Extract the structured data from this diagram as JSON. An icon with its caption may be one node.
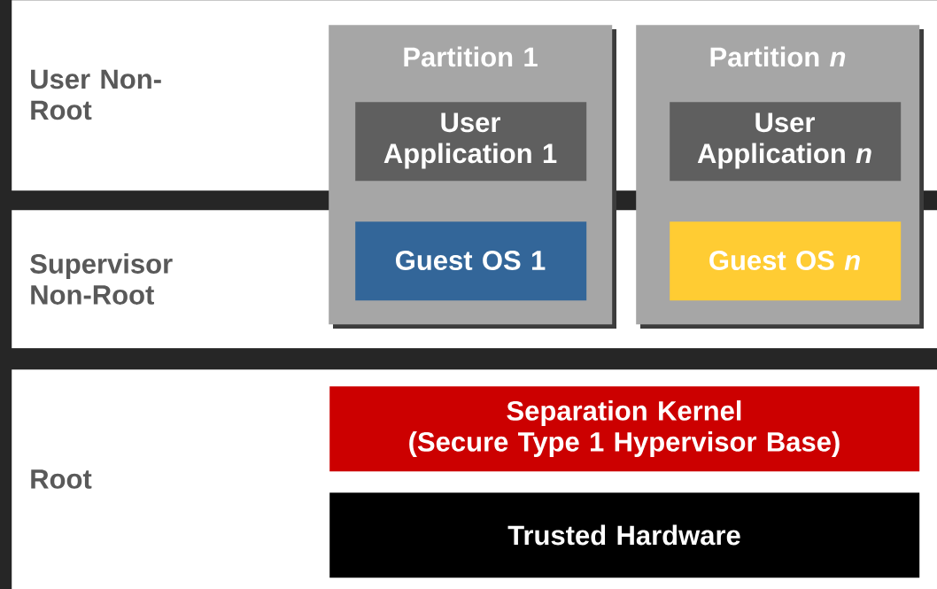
{
  "diagram": {
    "nodes": [
      {
        "text": [
          "User Non-Root"
        ]
      },
      {
        "text": [
          "Supervisor Non-Root"
        ]
      },
      {
        "text": [
          "Root"
        ]
      },
      {
        "text": [
          "Partition 1"
        ]
      },
      {
        "text": [
          "User Application 1"
        ]
      },
      {
        "text": [
          "Guest OS 1"
        ]
      },
      {
        "text": [
          "Partition *n*"
        ]
      },
      {
        "text": [
          "User Application *n*"
        ]
      },
      {
        "text": [
          "Guest OS *n*"
        ]
      },
      {
        "text": [
          "Separation Kernel",
          "(Secure Type 1 Hypervisor Base)"
        ],
        "in": 2
      },
      {
        "text": [
          "Trusted Hardware"
        ],
        "in": 2
      }
    ]
  }
}
